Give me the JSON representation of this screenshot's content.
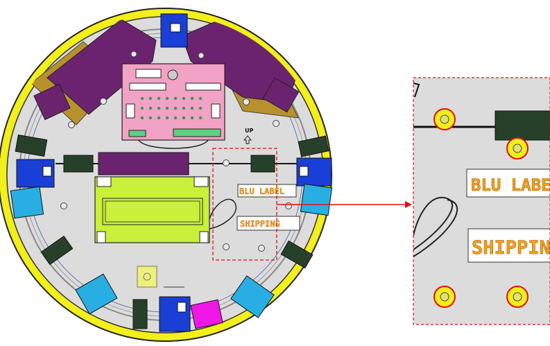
{
  "labels": {
    "up": "UP",
    "blu_label": "BLU LABEL",
    "shipping": "SHIPPING",
    "zoom_blu_label": "BLU LABE",
    "zoom_shipping": "SHIPPIN"
  },
  "colors": {
    "rim": "#f2ef1a",
    "plate": "#dcdcdc",
    "purple": "#6b2370",
    "blue": "#1a3fd6",
    "cyan": "#29aee3",
    "dark_green": "#27402a",
    "lime": "#c9f03a",
    "pink": "#f2a2c4",
    "magenta": "#f016e6",
    "tan": "#b8912e",
    "callout_red": "#e01010",
    "label_text": "#f5a21a"
  },
  "icons": [
    "up-arrow-icon"
  ]
}
